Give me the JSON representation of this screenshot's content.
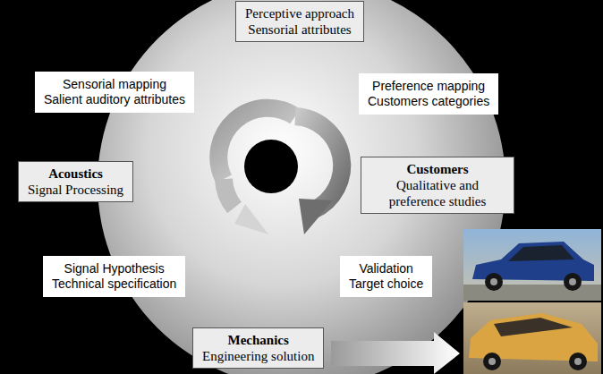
{
  "diagram": {
    "nodes": [
      {
        "text": [
          "Perceptive approach",
          "Sensorial attributes"
        ]
      },
      {
        "text": [
          "Sensorial mapping",
          "Salient auditory attributes"
        ]
      },
      {
        "text": [
          "Preference mapping",
          "Customers categories"
        ]
      },
      {
        "text": [
          "Acoustics",
          "Signal Processing"
        ]
      },
      {
        "text": [
          "Customers",
          "Qualitative and preference studies"
        ]
      },
      {
        "text": [
          "Signal Hypothesis",
          "Technical specification"
        ]
      },
      {
        "text": [
          "Validation",
          "Target choice"
        ]
      },
      {
        "text": [
          "Mechanics",
          "Engineering solution"
        ]
      }
    ]
  }
}
